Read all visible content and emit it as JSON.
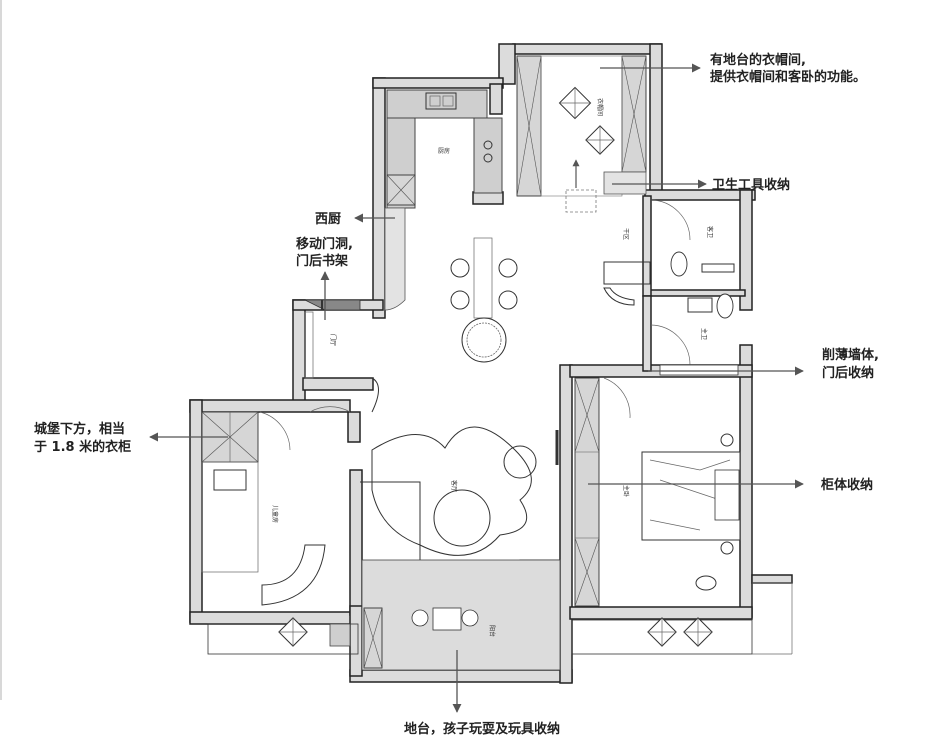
{
  "annotations": {
    "cloakroom": {
      "line1": "有地台的衣帽间,",
      "line2": "提供衣帽间和客卧的功能。"
    },
    "sanitary_storage": "卫生工具收纳",
    "western_kitchen": "西厨",
    "movable_door": {
      "line1": "移动门洞,",
      "line2": "门后书架"
    },
    "thin_wall": {
      "line1": "削薄墙体,",
      "line2": "门后收纳"
    },
    "castle_wardrobe": {
      "line1": "城堡下方，相当",
      "line2": "于 1.8 米的衣柜"
    },
    "cabinet_storage": "柜体收纳",
    "platform": "地台，孩子玩耍及玩具收纳"
  },
  "rooms": {
    "kitchen": "厨房",
    "cloakroom": "衣帽间",
    "dry_area": "干区",
    "guest_bath": "客卫",
    "master_bath": "主卫",
    "entrance": "门厅",
    "living": "客厅",
    "kids_room": "儿童房",
    "master_bedroom": "主卧",
    "balcony": "阳台"
  }
}
